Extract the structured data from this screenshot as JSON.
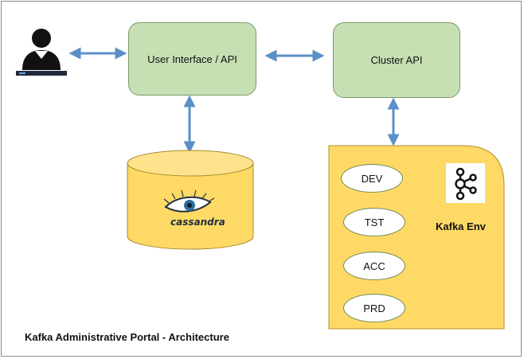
{
  "nodes": {
    "ui_api": "User Interface / API",
    "cluster_api": "Cluster API",
    "kafka_env": "Kafka Env",
    "environments": [
      "DEV",
      "TST",
      "ACC",
      "PRD"
    ],
    "cassandra_logo_text": "cassandra"
  },
  "caption": "Kafka Administrative Portal - Architecture",
  "colors": {
    "box_fill": "#c6e0b4",
    "db_fill": "#ffd966",
    "kafka_fill": "#ffd966",
    "arrow": "#5b8fc7"
  },
  "icons": {
    "user": "user-at-computer-icon",
    "database": "cassandra-database-icon",
    "kafka": "kafka-logo-icon"
  }
}
